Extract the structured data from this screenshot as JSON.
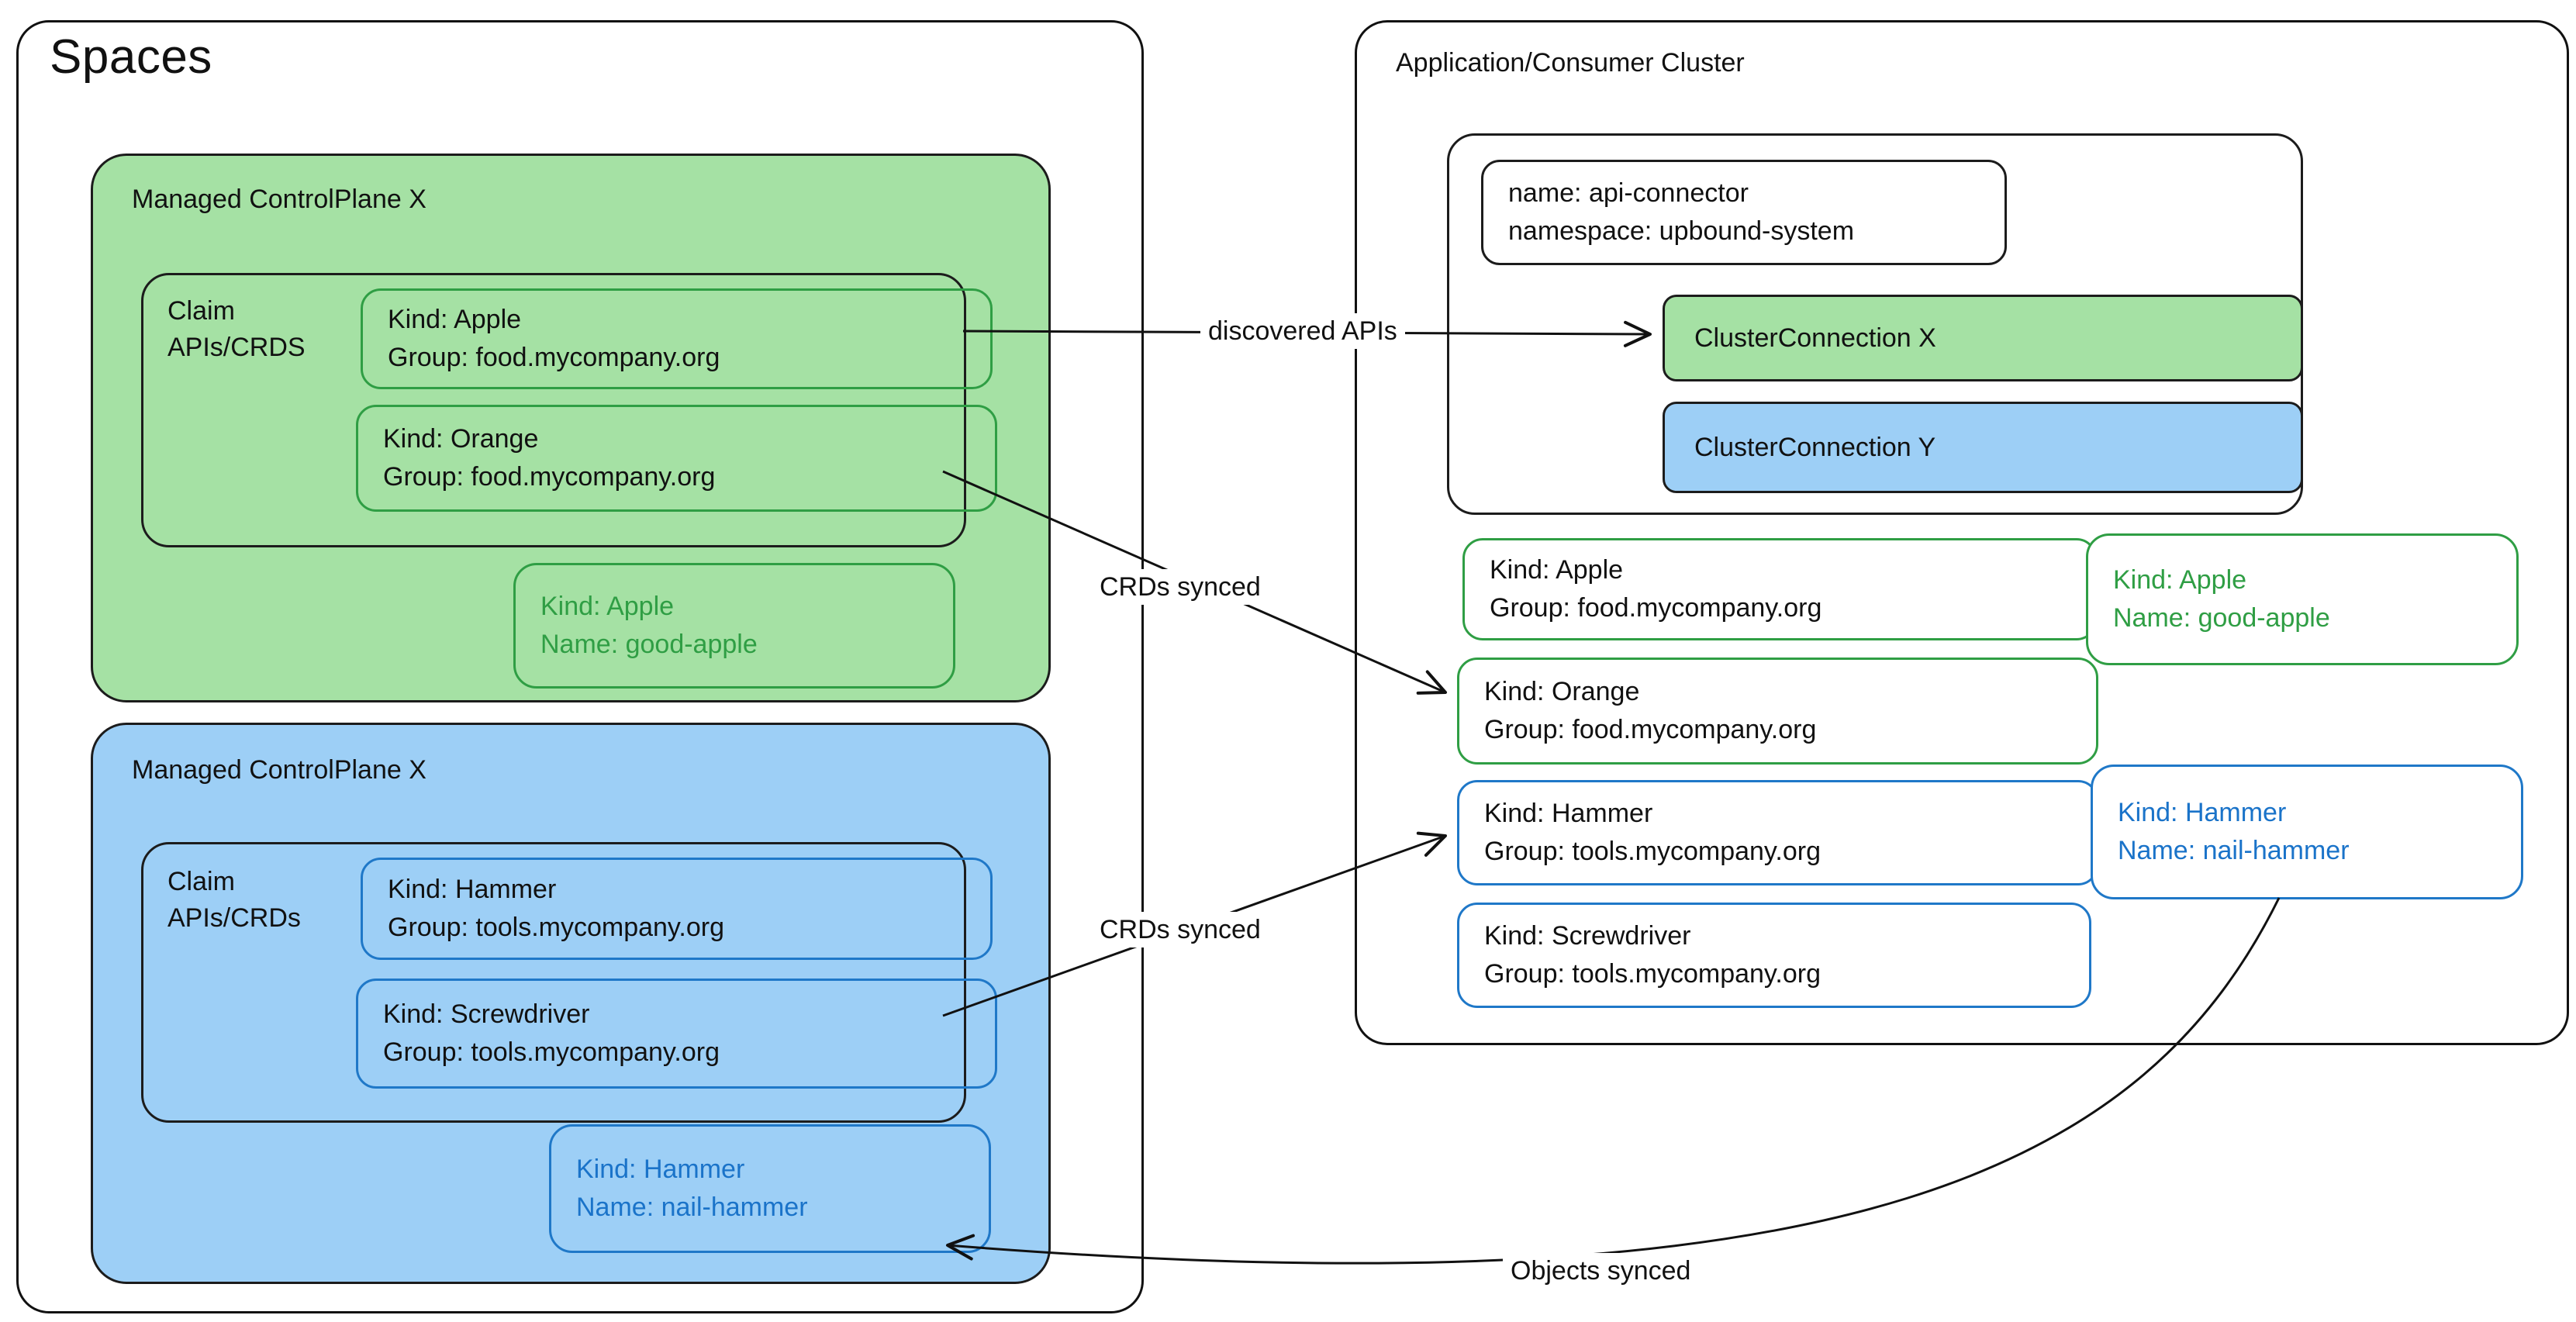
{
  "colors": {
    "green_fill": "#a5e1a4",
    "green_stroke": "#2f9e44",
    "green_text": "#2f9e44",
    "blue_fill": "#9dcff6",
    "blue_stroke": "#1f78c8",
    "blue_text": "#1a73c9",
    "line": "#111111"
  },
  "spaces": {
    "title": "Spaces",
    "green_mcp": {
      "title": "Managed ControlPlane X",
      "claim_label_line1": "Claim",
      "claim_label_line2": "APIs/CRDS",
      "items": [
        {
          "line1": "Kind: Apple",
          "line2": "Group: food.mycompany.org"
        },
        {
          "line1": "Kind: Orange",
          "line2": "Group: food.mycompany.org"
        }
      ],
      "instance": {
        "line1": "Kind: Apple",
        "line2": "Name: good-apple"
      }
    },
    "blue_mcp": {
      "title": "Managed ControlPlane X",
      "claim_label_line1": "Claim",
      "claim_label_line2": "APIs/CRDs",
      "items": [
        {
          "line1": "Kind: Hammer",
          "line2": "Group: tools.mycompany.org"
        },
        {
          "line1": "Kind: Screwdriver",
          "line2": "Group: tools.mycompany.org"
        }
      ],
      "instance": {
        "line1": "Kind: Hammer",
        "line2": "Name: nail-hammer"
      }
    }
  },
  "cluster": {
    "title": "Application/Consumer Cluster",
    "connector": {
      "line1": "name: api-connector",
      "line2": "namespace: upbound-system"
    },
    "connection_x": "ClusterConnection X",
    "connection_y": "ClusterConnection Y",
    "synced_crds": [
      {
        "line1": "Kind: Apple",
        "line2": "Group: food.mycompany.org"
      },
      {
        "line1": "Kind: Orange",
        "line2": "Group: food.mycompany.org"
      },
      {
        "line1": "Kind: Hammer",
        "line2": "Group: tools.mycompany.org"
      },
      {
        "line1": "Kind: Screwdriver",
        "line2": "Group: tools.mycompany.org"
      }
    ],
    "synced_objects": [
      {
        "line1": "Kind: Apple",
        "line2": "Name: good-apple"
      },
      {
        "line1": "Kind: Hammer",
        "line2": "Name: nail-hammer"
      }
    ]
  },
  "arrow_labels": {
    "discovered_apis": "discovered APIs",
    "crds_synced_top": "CRDs synced",
    "crds_synced_bottom": "CRDs synced",
    "objects_synced": "Objects synced"
  }
}
